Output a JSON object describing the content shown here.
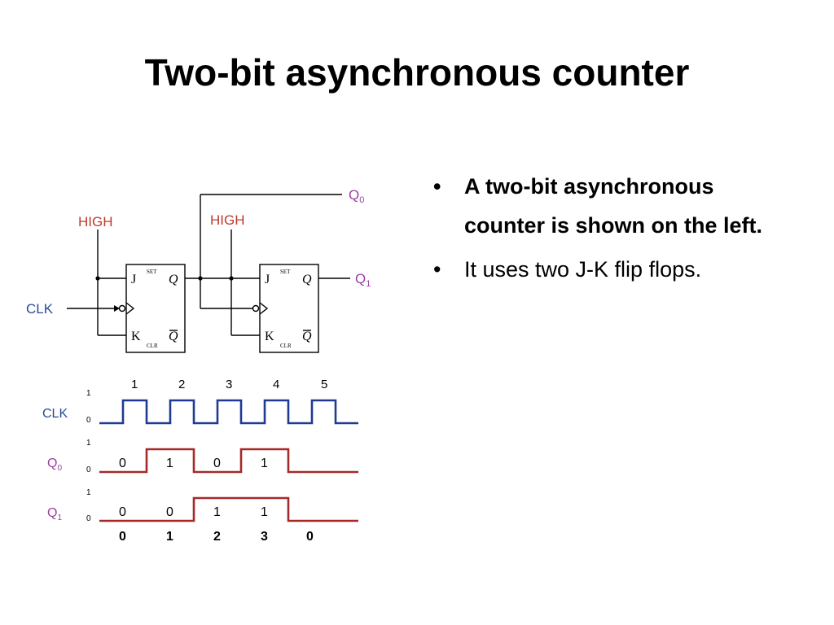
{
  "slide": {
    "title": "Two-bit asynchronous counter",
    "bullets": [
      "A two-bit asynchronous counter is shown on the left.",
      "It uses two J-K flip flops."
    ]
  },
  "circuit": {
    "high_label": "HIGH",
    "clk_label": "CLK",
    "q0_label": "Q",
    "q0_sub": "0",
    "q1_label": "Q",
    "q1_sub": "1",
    "set_label": "SET",
    "clr_label": "CLR",
    "j_label": "J",
    "k_label": "K",
    "q_label": "Q",
    "qbar_label": "Q"
  },
  "timing": {
    "clock_numbers": [
      "1",
      "2",
      "3",
      "4",
      "5"
    ],
    "level_one": "1",
    "level_zero": "0",
    "signals": [
      {
        "name": "CLK",
        "sub": "",
        "values": []
      },
      {
        "name": "Q",
        "sub": "0",
        "values": [
          "0",
          "1",
          "0",
          "1"
        ]
      },
      {
        "name": "Q",
        "sub": "1",
        "values": [
          "0",
          "0",
          "1",
          "1"
        ]
      }
    ],
    "counts": [
      "0",
      "1",
      "2",
      "3",
      "0"
    ],
    "colors": {
      "clk": "#1f3a93",
      "q": "#a52a2a",
      "label_red": "#c0392b",
      "label_purple": "#9b3fa0",
      "label_blue": "#2a4a9a"
    }
  }
}
